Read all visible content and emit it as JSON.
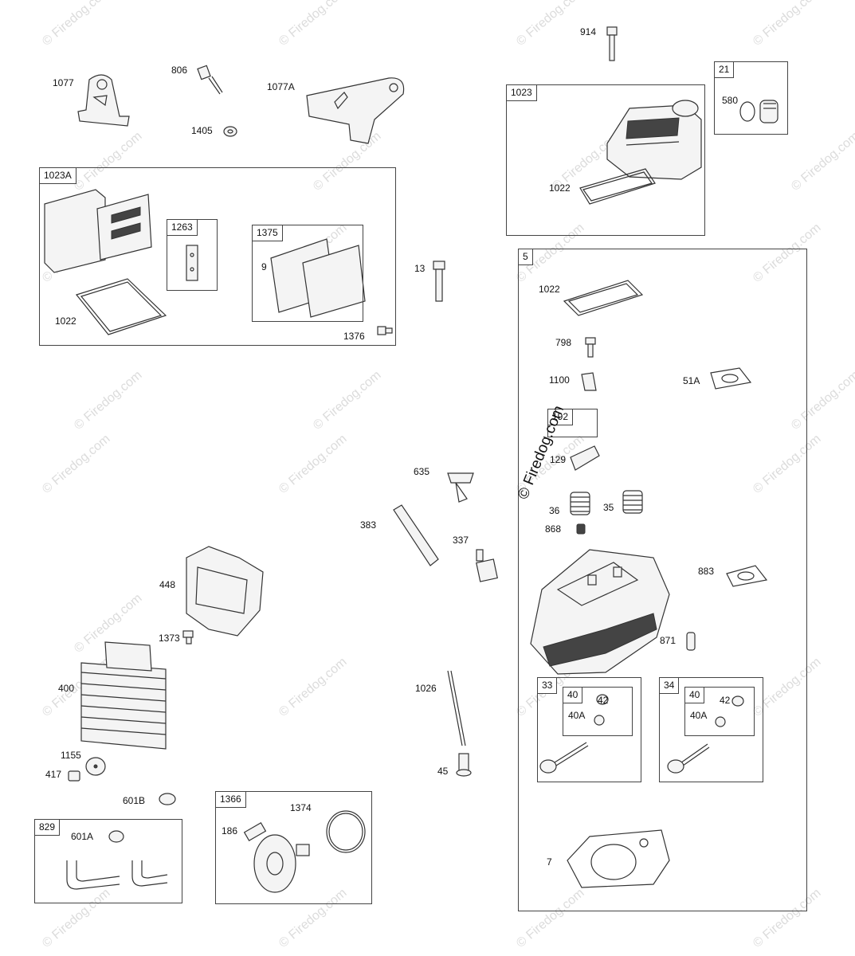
{
  "watermark": {
    "text": "© Firedog.com",
    "repeat_positions_count": 28,
    "prominent_text": "© Firedog.com"
  },
  "boxes": [
    {
      "id": "box-1023A",
      "label": "1023A"
    },
    {
      "id": "box-1263",
      "label": "1263"
    },
    {
      "id": "box-1375",
      "label": "1375"
    },
    {
      "id": "box-1023",
      "label": "1023"
    },
    {
      "id": "box-21",
      "label": "21"
    },
    {
      "id": "box-5",
      "label": "5"
    },
    {
      "id": "box-192",
      "label": "192"
    },
    {
      "id": "box-33",
      "label": "33"
    },
    {
      "id": "box-33-40",
      "label": "40"
    },
    {
      "id": "box-34",
      "label": "34"
    },
    {
      "id": "box-34-40",
      "label": "40"
    },
    {
      "id": "box-829",
      "label": "829"
    },
    {
      "id": "box-1366",
      "label": "1366"
    }
  ],
  "labels": {
    "l1077": "1077",
    "l806": "806",
    "l1077A": "1077A",
    "l1405": "1405",
    "l914": "914",
    "l580": "580",
    "l1022a": "1022",
    "l1022b": "1022",
    "l9": "9",
    "l1376": "1376",
    "l13": "13",
    "l1022c": "1022",
    "l798": "798",
    "l1100": "1100",
    "l51A": "51A",
    "l129": "129",
    "l635": "635",
    "l383": "383",
    "l337": "337",
    "l36": "36",
    "l35": "35",
    "l868": "868",
    "l883": "883",
    "l871": "871",
    "l448": "448",
    "l1373": "1373",
    "l400": "400",
    "l1155": "1155",
    "l417": "417",
    "l601B": "601B",
    "l601A": "601A",
    "l1374": "1374",
    "l186": "186",
    "l1026": "1026",
    "l45": "45",
    "l42a": "42",
    "l40Aa": "40A",
    "l42b": "42",
    "l40Ab": "40A",
    "l7": "7"
  }
}
